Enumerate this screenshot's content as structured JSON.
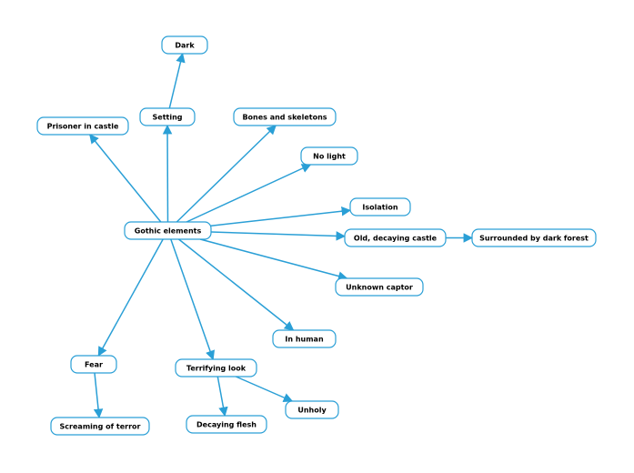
{
  "diagram": {
    "nodes": [
      {
        "id": "gothic",
        "label": "Gothic elements"
      },
      {
        "id": "setting",
        "label": "Setting"
      },
      {
        "id": "dark",
        "label": "Dark"
      },
      {
        "id": "prisoner",
        "label": "Prisoner in castle"
      },
      {
        "id": "bones",
        "label": "Bones and skeletons"
      },
      {
        "id": "nolight",
        "label": "No light"
      },
      {
        "id": "isolation",
        "label": "Isolation"
      },
      {
        "id": "castle",
        "label": "Old, decaying castle"
      },
      {
        "id": "forest",
        "label": "Surrounded by dark forest"
      },
      {
        "id": "captor",
        "label": "Unknown captor"
      },
      {
        "id": "inhuman",
        "label": "In human"
      },
      {
        "id": "terrifying",
        "label": "Terrifying look"
      },
      {
        "id": "unholy",
        "label": "Unholy"
      },
      {
        "id": "flesh",
        "label": "Decaying flesh"
      },
      {
        "id": "fear",
        "label": "Fear"
      },
      {
        "id": "scream",
        "label": "Screaming of terror"
      }
    ],
    "edges": [
      {
        "from": "gothic",
        "to": "setting"
      },
      {
        "from": "setting",
        "to": "dark"
      },
      {
        "from": "gothic",
        "to": "prisoner"
      },
      {
        "from": "gothic",
        "to": "bones"
      },
      {
        "from": "gothic",
        "to": "nolight"
      },
      {
        "from": "gothic",
        "to": "isolation"
      },
      {
        "from": "gothic",
        "to": "castle"
      },
      {
        "from": "castle",
        "to": "forest"
      },
      {
        "from": "gothic",
        "to": "captor"
      },
      {
        "from": "gothic",
        "to": "inhuman"
      },
      {
        "from": "gothic",
        "to": "terrifying"
      },
      {
        "from": "terrifying",
        "to": "unholy"
      },
      {
        "from": "terrifying",
        "to": "flesh"
      },
      {
        "from": "gothic",
        "to": "fear"
      },
      {
        "from": "fear",
        "to": "scream"
      }
    ]
  },
  "colors": {
    "edge": "#2a9fd6",
    "node_border": "#2a9fd6",
    "node_fill": "#ffffff",
    "text": "#000000"
  }
}
